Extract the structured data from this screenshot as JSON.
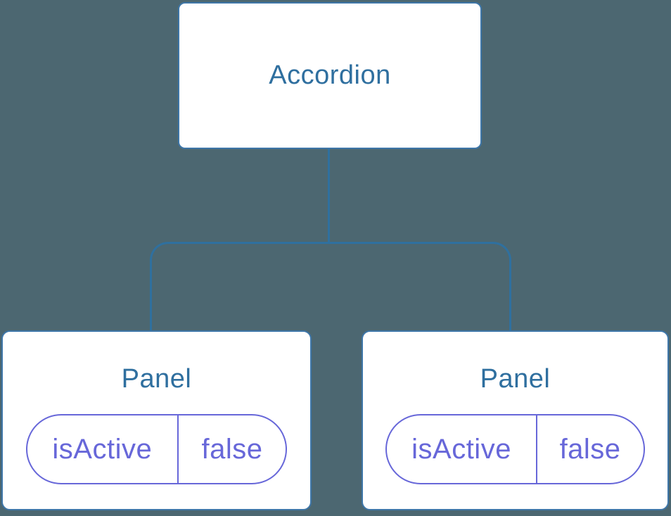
{
  "diagram": {
    "title": "component-state-tree",
    "root": {
      "label": "Accordion"
    },
    "children": [
      {
        "label": "Panel",
        "state": {
          "key": "isActive",
          "value": "false"
        }
      },
      {
        "label": "Panel",
        "state": {
          "key": "isActive",
          "value": "false"
        }
      }
    ]
  },
  "colors": {
    "background": "#4C6771",
    "node_fill": "#FFFFFF",
    "node_border": "#3E76A8",
    "node_text": "#2F6F9F",
    "connector": "#2F709F",
    "state_accent": "#6767D9"
  }
}
